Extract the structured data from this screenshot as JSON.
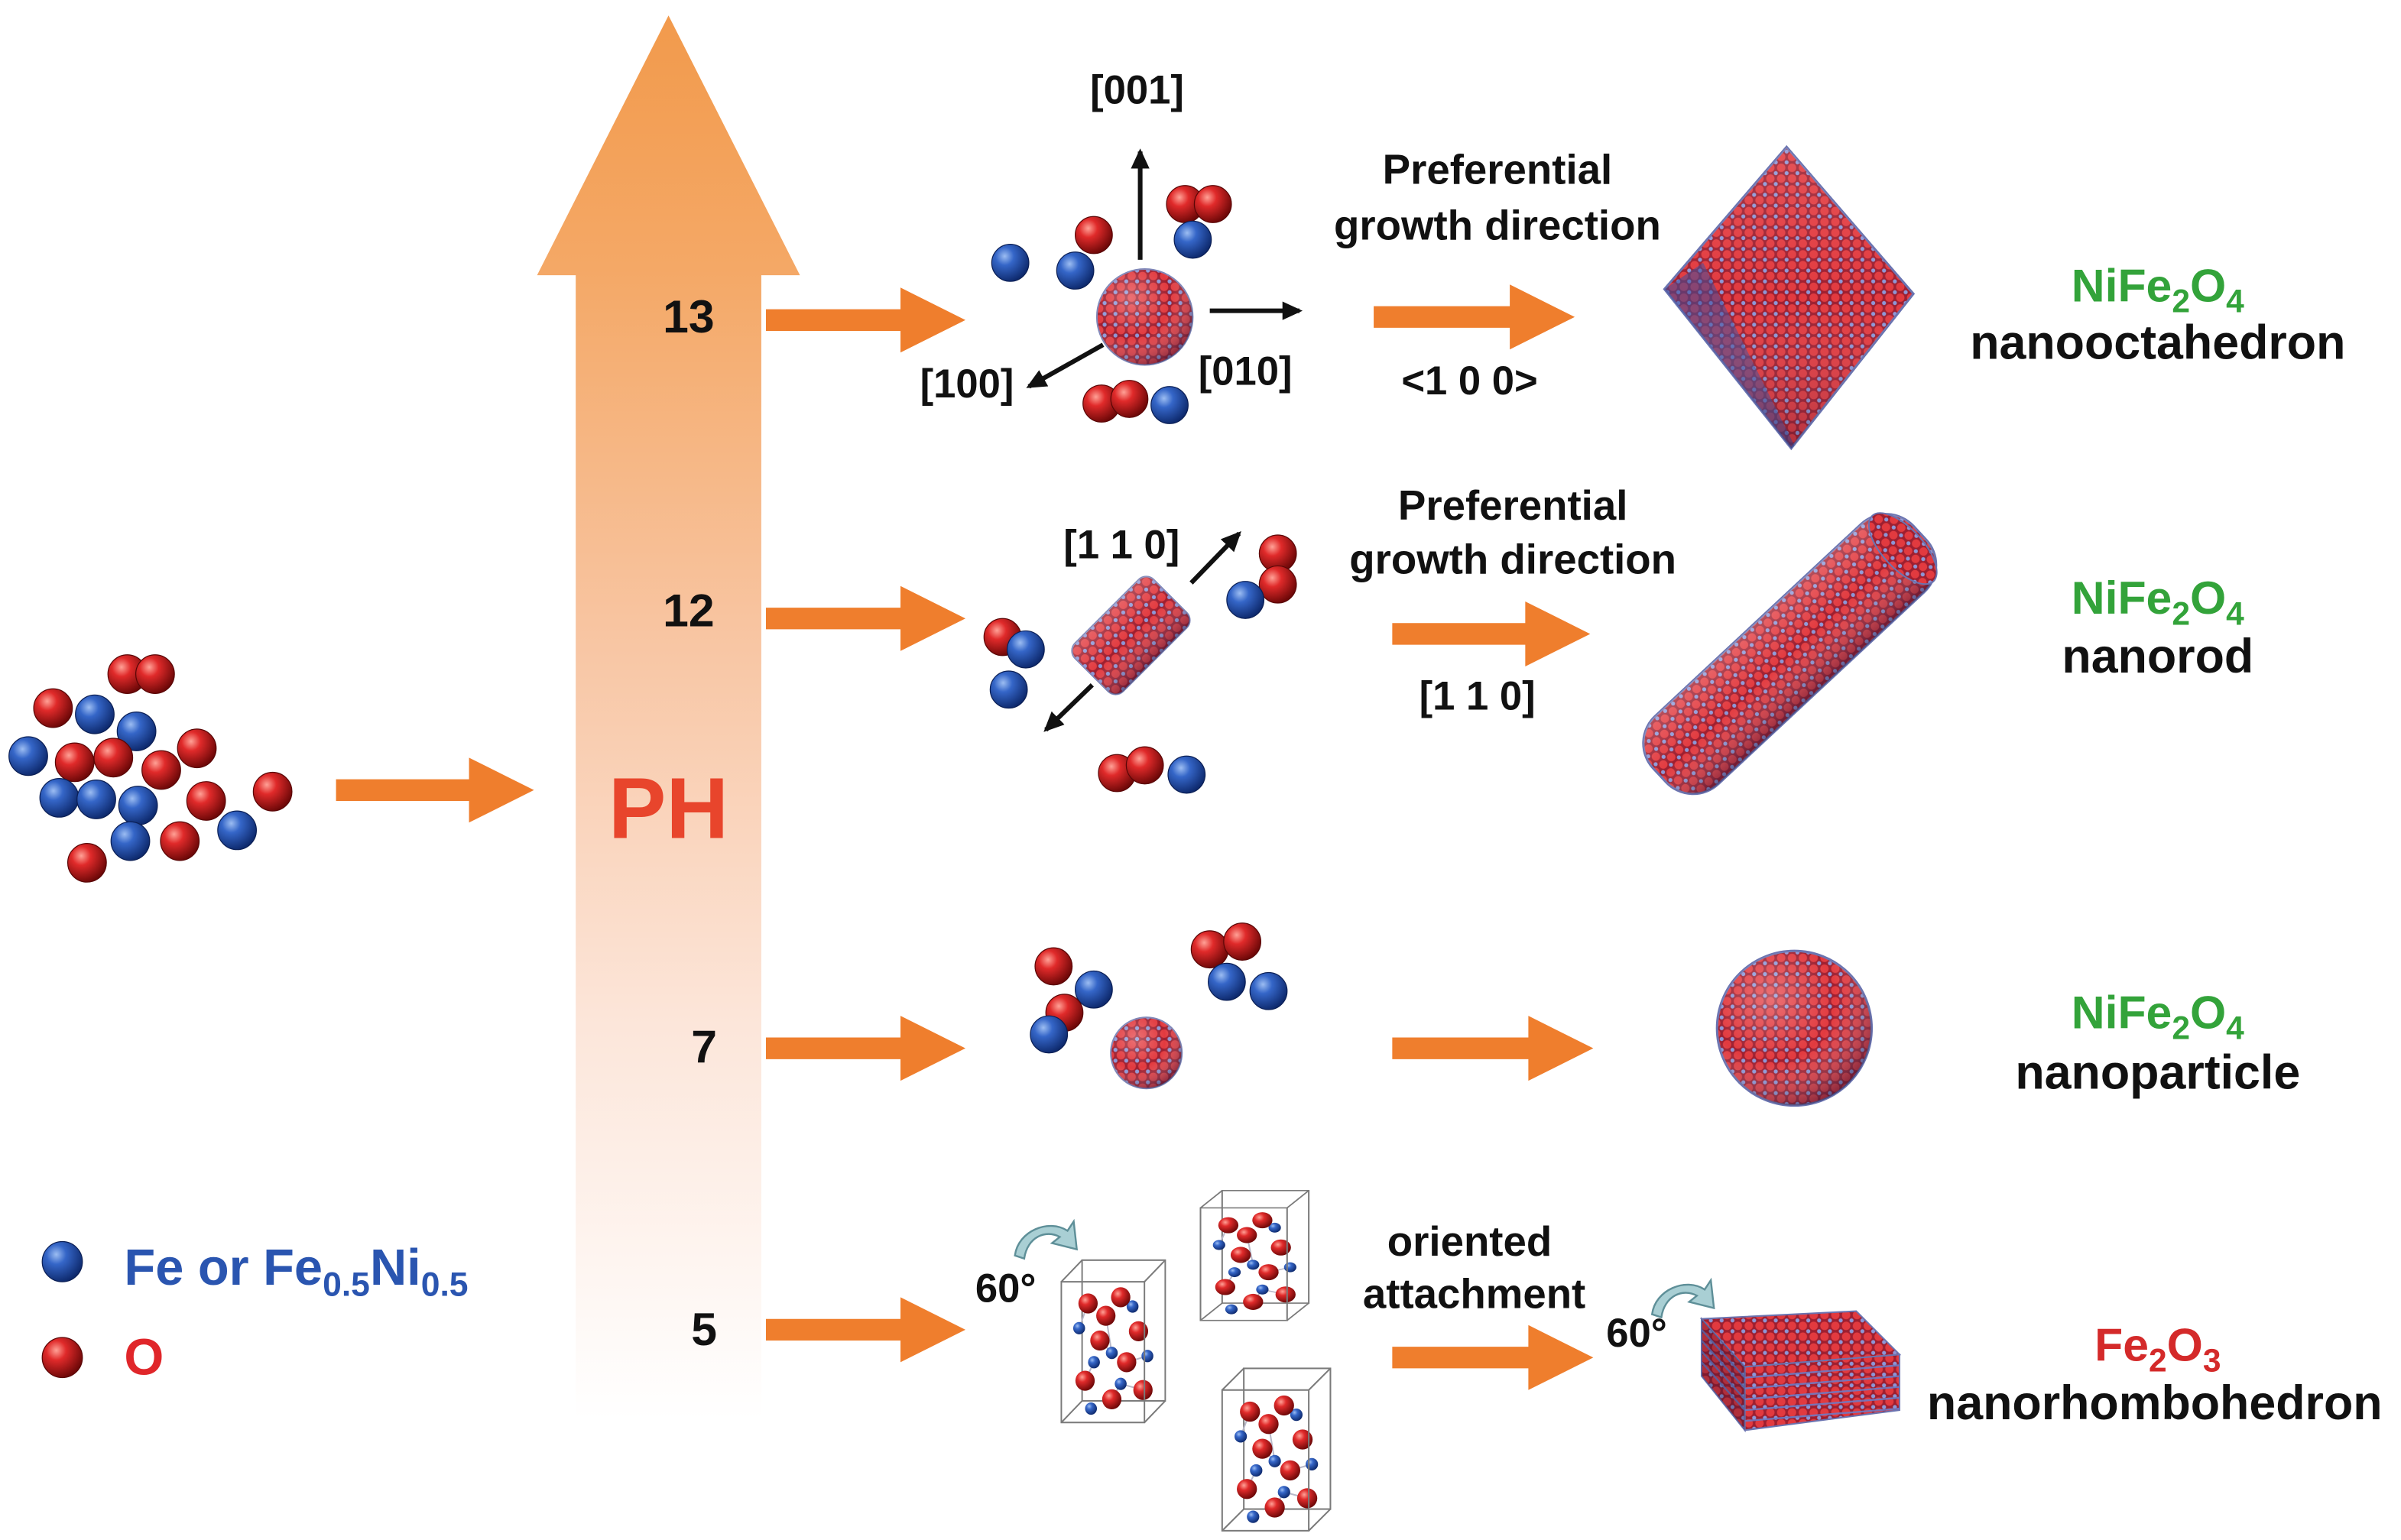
{
  "ph_axis_label": "PH",
  "legend": {
    "fe_label_parts": [
      "Fe or Fe",
      "0.5",
      "Ni",
      "0.5"
    ],
    "o_label": "O",
    "fe_icon": "blue-sphere-icon",
    "o_icon": "red-sphere-icon"
  },
  "rows": [
    {
      "ph": "13",
      "axis_directions": [
        "[001]",
        "[010]",
        "[100]"
      ],
      "process_lines": [
        "Preferential",
        "growth direction"
      ],
      "growth_direction": "<1 0 0>",
      "product_formula": [
        "NiFe",
        "2",
        "O",
        "4"
      ],
      "product_name": "nanooctahedron"
    },
    {
      "ph": "12",
      "axis_direction": "[1 1 0]",
      "process_lines": [
        "Preferential",
        "growth direction"
      ],
      "growth_direction": "[1 1 0]",
      "product_formula": [
        "NiFe",
        "2",
        "O",
        "4"
      ],
      "product_name": "nanorod"
    },
    {
      "ph": "7",
      "product_formula": [
        "NiFe",
        "2",
        "O",
        "4"
      ],
      "product_name": "nanoparticle"
    },
    {
      "ph": "5",
      "rotation_labels": [
        "60°",
        "60°"
      ],
      "process_lines": [
        "oriented",
        "attachment"
      ],
      "product_formula": [
        "Fe",
        "2",
        "O",
        "3"
      ],
      "product_name": "nanorhombohedron"
    }
  ],
  "colors": {
    "arrow": "#EF7E2D",
    "ph_label": "#E8452C",
    "nife2o4_text": "#33A33A",
    "fe2o3_text": "#D42A2A",
    "legend_fe_text": "#2A55B0",
    "legend_o_text": "#E0262A",
    "fe_atom": "#1F4FA8",
    "o_atom": "#D01E1E"
  }
}
